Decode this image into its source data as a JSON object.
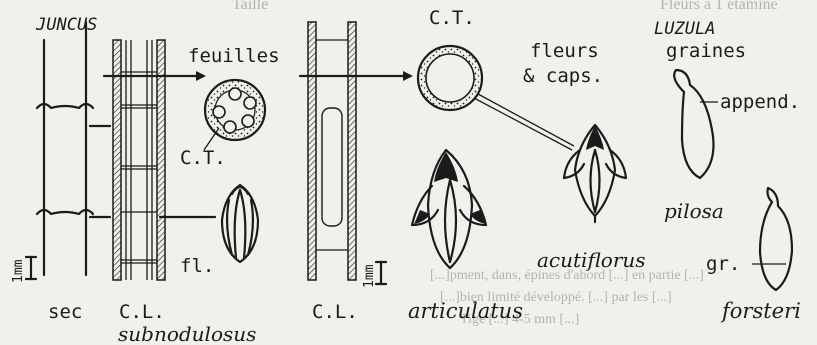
{
  "labels": {
    "genus_juncus": "JUNCUS",
    "genus_luzula": "LUZULA",
    "feuilles": "feuilles",
    "ct_top": "C.T.",
    "ct_mid": "C.T.",
    "fleurs": "fleurs",
    "caps": "& caps.",
    "graines": "graines",
    "append": "append.",
    "fl": "fl.",
    "scale_left": "1mm",
    "scale_mid": "1mm",
    "sec": "sec",
    "cl_left": "C.L.",
    "cl_mid": "C.L.",
    "subnodulosus": "subnodulosus",
    "articulatus": "articulatus",
    "acutiflorus": "acutiflorus",
    "pilosa": "pilosa",
    "gr": "gr.",
    "forsteri": "forsteri"
  },
  "bleed_text": {
    "top_a": "Taille",
    "top_b": "Fleurs à 1 étamine",
    "bottom_a": "[...]pment, dans, épines d'abord [...] en partie [...]",
    "bottom_b": "[...]bien limité développé. [...] par les [...]",
    "bottom_c": "Tige [...] 4-5 mm [...]"
  }
}
